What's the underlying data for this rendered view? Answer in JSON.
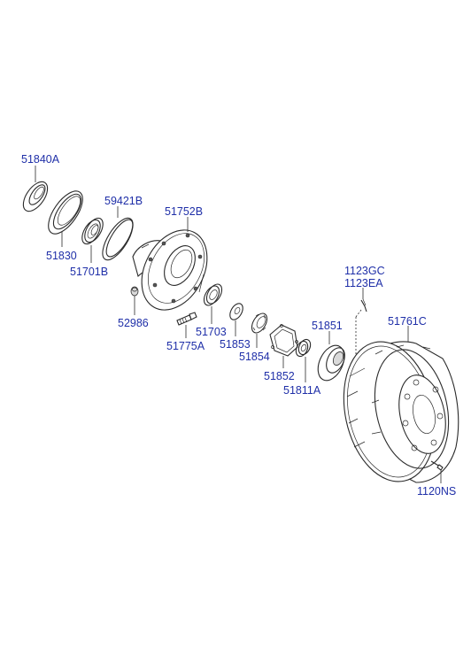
{
  "diagram": {
    "parts": [
      {
        "id": "p51840A",
        "code": "51840A"
      },
      {
        "id": "p51830",
        "code": "51830"
      },
      {
        "id": "p59421B",
        "code": "59421B"
      },
      {
        "id": "p51701B",
        "code": "51701B"
      },
      {
        "id": "p51752B",
        "code": "51752B"
      },
      {
        "id": "p52986",
        "code": "52986"
      },
      {
        "id": "p51703",
        "code": "51703"
      },
      {
        "id": "p51775A",
        "code": "51775A"
      },
      {
        "id": "p51853",
        "code": "51853"
      },
      {
        "id": "p51854",
        "code": "51854"
      },
      {
        "id": "p51852",
        "code": "51852"
      },
      {
        "id": "p51851",
        "code": "51851"
      },
      {
        "id": "p51811A",
        "code": "51811A"
      },
      {
        "id": "p1123GC",
        "code": "1123GC"
      },
      {
        "id": "p1123EA",
        "code": "1123EA"
      },
      {
        "id": "p51761C",
        "code": "51761C"
      },
      {
        "id": "p1120NS",
        "code": "1120NS"
      }
    ]
  }
}
